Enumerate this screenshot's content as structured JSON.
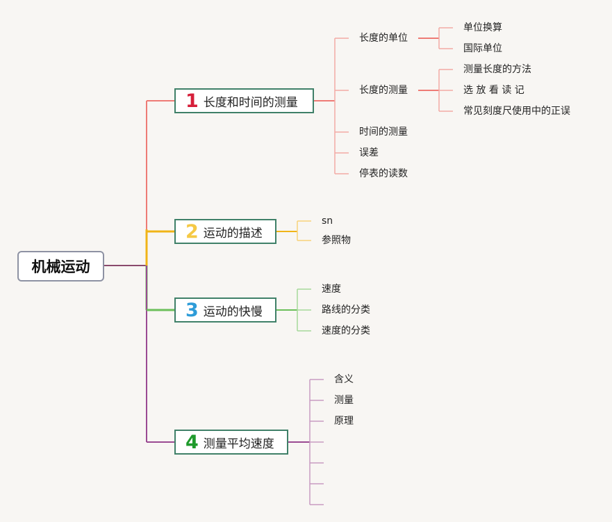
{
  "root": {
    "label": "机械运动"
  },
  "branches": [
    {
      "number": "1",
      "number_color": "#d61f3a",
      "label": "长度和时间的测量",
      "line_color": "#ee7b75",
      "children": [
        {
          "label": "长度的单位",
          "children": [
            "单位换算",
            "国际单位"
          ]
        },
        {
          "label": "长度的测量",
          "children": [
            "测量长度的方法",
            "选 放 看 读 记",
            "常见刻度尺使用中的正误"
          ]
        },
        {
          "label": "时间的测量"
        },
        {
          "label": "误差"
        },
        {
          "label": "停表的读数"
        }
      ]
    },
    {
      "number": "2",
      "number_color": "#f5c945",
      "label": "运动的描述",
      "line_color": "#f0b417",
      "children": [
        {
          "label": "sn"
        },
        {
          "label": "参照物"
        }
      ]
    },
    {
      "number": "3",
      "number_color": "#2e9cd8",
      "label": "运动的快慢",
      "line_color": "#6bbf5a",
      "children": [
        {
          "label": "速度"
        },
        {
          "label": "路线的分类"
        },
        {
          "label": "速度的分类"
        }
      ]
    },
    {
      "number": "4",
      "number_color": "#1f9a2c",
      "label": "测量平均速度",
      "line_color": "#9a4a92",
      "children": [
        {
          "label": "含义"
        },
        {
          "label": "测量"
        },
        {
          "label": "原理"
        },
        {
          "label": ""
        },
        {
          "label": ""
        },
        {
          "label": ""
        },
        {
          "label": ""
        }
      ]
    }
  ]
}
